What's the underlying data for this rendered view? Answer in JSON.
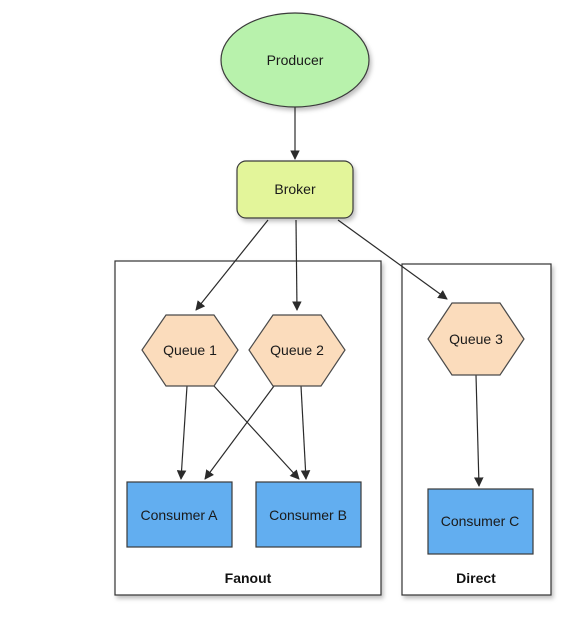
{
  "colors": {
    "producer_fill": "#b8f2ac",
    "producer_stroke": "#3a3a3a",
    "broker_fill": "#e3f59a",
    "broker_stroke": "#3a3a3a",
    "queue_fill": "#fbdcbc",
    "queue_stroke": "#4a4a4a",
    "consumer_fill": "#62aef0",
    "consumer_stroke": "#3a3a3a",
    "group_stroke": "#333333",
    "edge": "#2b2b2b"
  },
  "nodes": {
    "producer": "Producer",
    "broker": "Broker",
    "queue_1": "Queue 1",
    "queue_2": "Queue 2",
    "queue_3": "Queue 3",
    "consumer_a": "Consumer A",
    "consumer_b": "Consumer B",
    "consumer_c": "Consumer C"
  },
  "groups": {
    "fanout": "Fanout",
    "direct": "Direct"
  },
  "edges": [
    [
      "producer",
      "broker"
    ],
    [
      "broker",
      "queue_1"
    ],
    [
      "broker",
      "queue_2"
    ],
    [
      "broker",
      "queue_3"
    ],
    [
      "queue_1",
      "consumer_a"
    ],
    [
      "queue_1",
      "consumer_b"
    ],
    [
      "queue_2",
      "consumer_a"
    ],
    [
      "queue_2",
      "consumer_b"
    ],
    [
      "queue_3",
      "consumer_c"
    ]
  ]
}
